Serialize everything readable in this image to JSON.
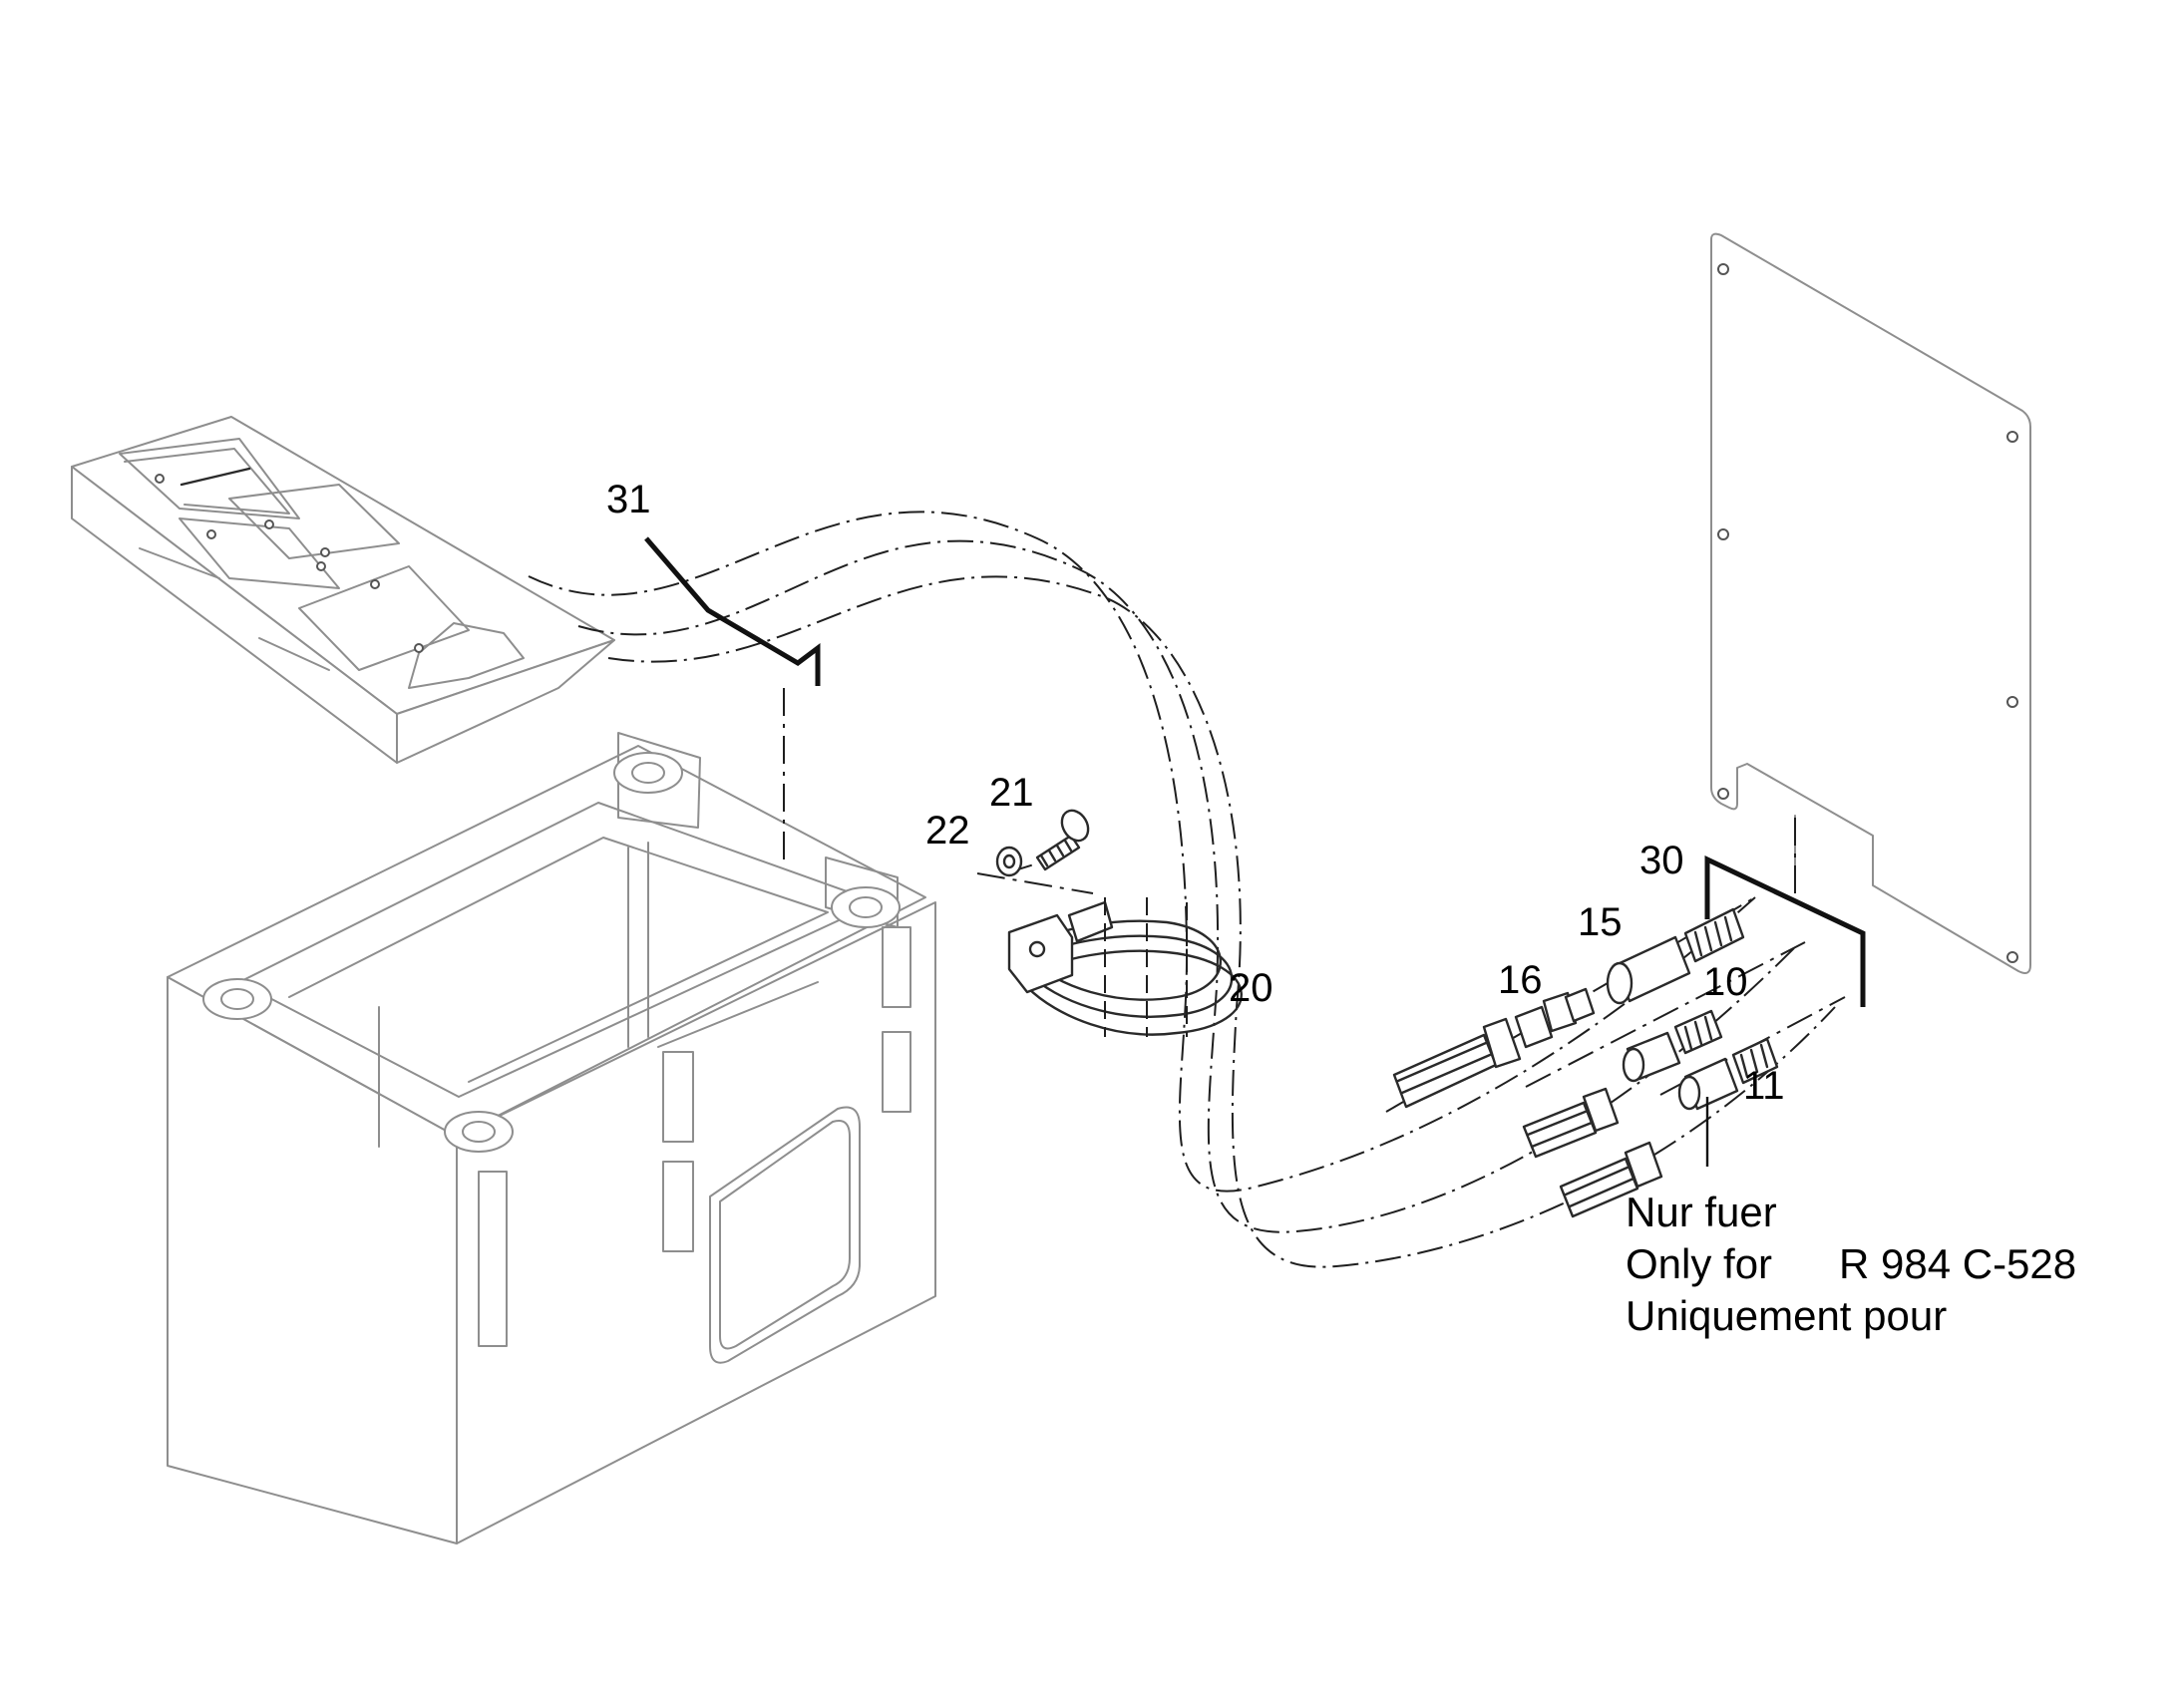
{
  "callouts": {
    "c31": "31",
    "c21": "21",
    "c22": "22",
    "c20": "20",
    "c30": "30",
    "c15": "15",
    "c16": "16",
    "c10": "10",
    "c11": "11"
  },
  "note": {
    "line1": "Nur fuer",
    "line2": "Only for",
    "model": "R 984 C-528",
    "line3": "Uniquement pour"
  }
}
